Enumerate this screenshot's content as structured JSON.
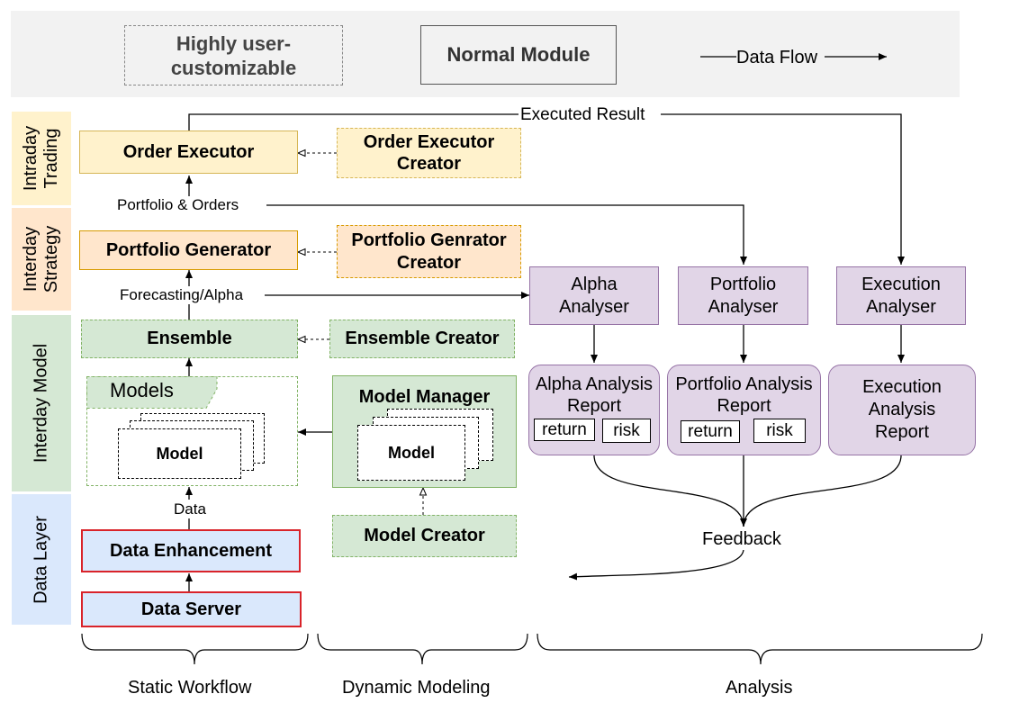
{
  "legend": {
    "customizable": "Highly user-customizable",
    "normal": "Normal Module",
    "flow": "Data Flow"
  },
  "layers": {
    "intraday_trading": "Intraday Trading",
    "interday_strategy": "Interday Strategy",
    "interday_model": "Interday Model",
    "data_layer": "Data Layer"
  },
  "modules": {
    "order_executor": "Order Executor",
    "order_executor_creator": "Order Executor Creator",
    "portfolio_generator": "Portfolio Generator",
    "portfolio_generator_creator": "Portfolio Genrator Creator",
    "ensemble": "Ensemble",
    "ensemble_creator": "Ensemble Creator",
    "models": "Models",
    "model": "Model",
    "model_manager": "Model Manager",
    "model_creator": "Model Creator",
    "data_enhancement": "Data Enhancement",
    "data_server": "Data Server"
  },
  "analysis": {
    "alpha_analyser": "Alpha Analyser",
    "portfolio_analyser": "Portfolio Analyser",
    "execution_analyser": "Execution Analyser",
    "alpha_report": "Alpha Analysis Report",
    "portfolio_report": "Portfolio Analysis Report",
    "execution_report": "Execution Analysis Report",
    "return": "return",
    "risk": "risk"
  },
  "flows": {
    "executed_result": "Executed Result",
    "portfolio_orders": "Portfolio & Orders",
    "forecasting_alpha": "Forecasting/Alpha",
    "data": "Data",
    "feedback": "Feedback"
  },
  "sections": {
    "static_workflow": "Static Workflow",
    "dynamic_modeling": "Dynamic Modeling",
    "analysis": "Analysis"
  }
}
